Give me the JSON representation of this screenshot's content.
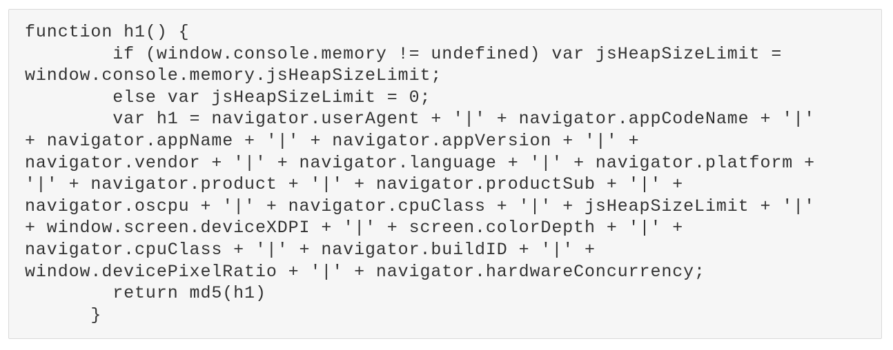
{
  "code_block": {
    "lines": [
      "function h1() {",
      "        if (window.console.memory != undefined) var jsHeapSizeLimit =",
      "window.console.memory.jsHeapSizeLimit;",
      "        else var jsHeapSizeLimit = 0;",
      "        var h1 = navigator.userAgent + '|' + navigator.appCodeName + '|'",
      "+ navigator.appName + '|' + navigator.appVersion + '|' +",
      "navigator.vendor + '|' + navigator.language + '|' + navigator.platform +",
      "'|' + navigator.product + '|' + navigator.productSub + '|' +",
      "navigator.oscpu + '|' + navigator.cpuClass + '|' + jsHeapSizeLimit + '|'",
      "+ window.screen.deviceXDPI + '|' + screen.colorDepth + '|' +",
      "navigator.cpuClass + '|' + navigator.buildID + '|' +",
      "window.devicePixelRatio + '|' + navigator.hardwareConcurrency;",
      "        return md5(h1)",
      "      }"
    ]
  }
}
